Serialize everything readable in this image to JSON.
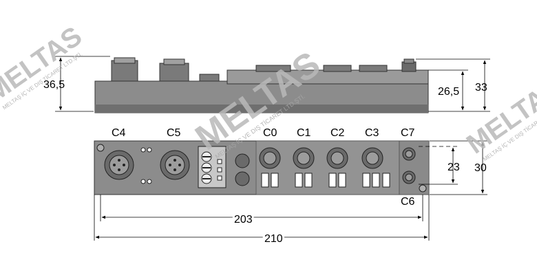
{
  "dimensions": {
    "side_total_height": "36,5",
    "side_body_height": "26,5",
    "side_right_height": "33",
    "top_inner_height": "23",
    "top_outer_height": "30",
    "mount_hole_spacing": "203",
    "total_length": "210"
  },
  "connectors": {
    "c4": "C4",
    "c5": "C5",
    "c0": "C0",
    "c1": "C1",
    "c2": "C2",
    "c3": "C3",
    "c7": "C7",
    "c6": "C6"
  },
  "watermarks": [
    {
      "brand": "MELTAS",
      "company": "MELTAŞ İÇ VE DIŞ TİCARET LTD.ŞTİ."
    },
    {
      "brand": "MELTAS",
      "company": "MELTAŞ İÇ VE DIŞ TİCARET LTD.ŞTİ."
    },
    {
      "brand": "MELTAS",
      "company": "MELTAŞ İÇ VE DIŞ TİCARET LTD.ŞTİ."
    }
  ],
  "colors": {
    "body": "#8c8c8c",
    "body_dark": "#5e5e5e",
    "line": "#000000",
    "watermark": "#b9b9b9"
  }
}
